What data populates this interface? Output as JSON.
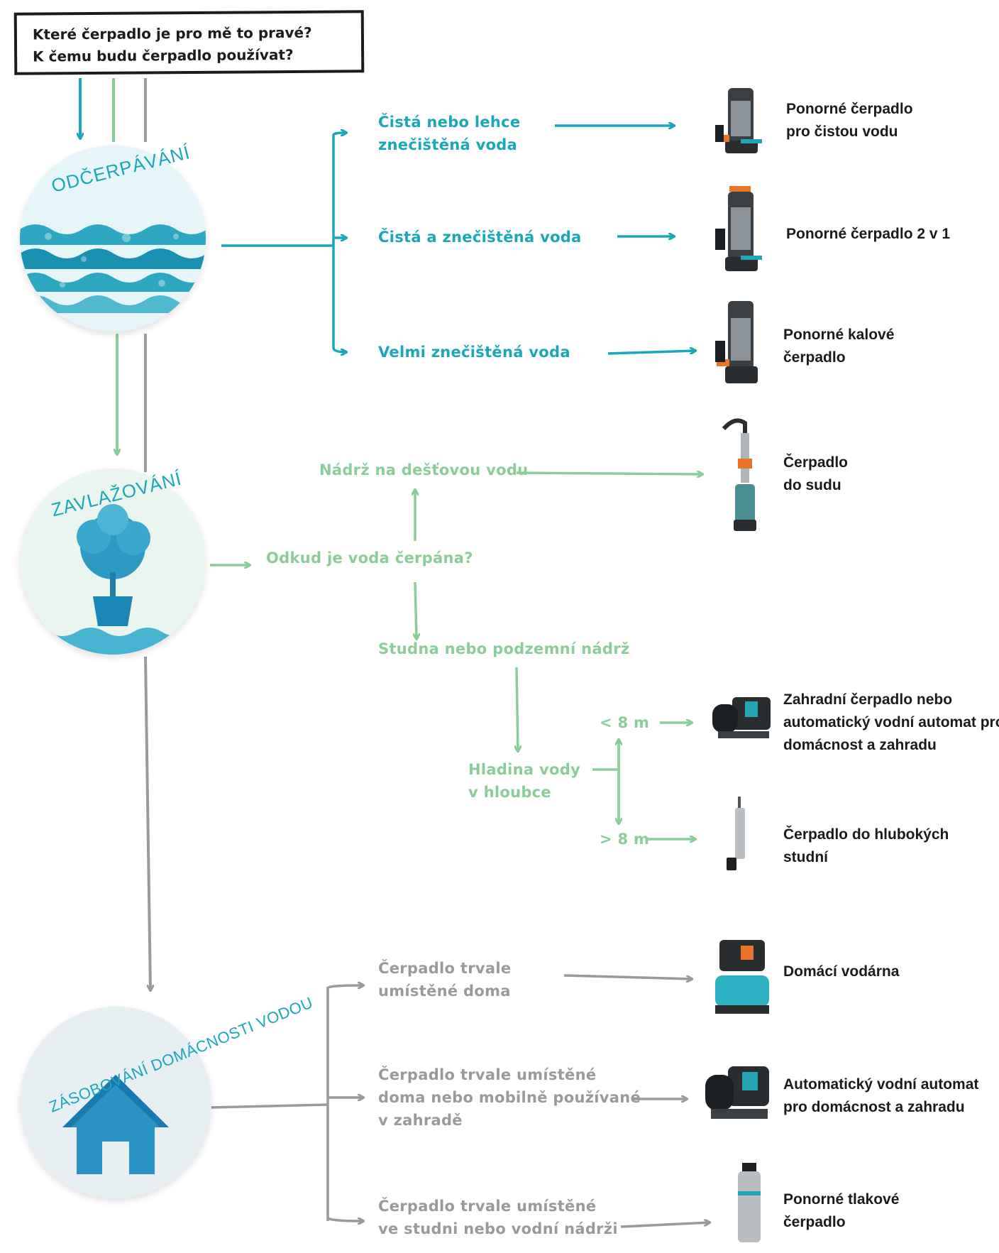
{
  "question": {
    "line1": "Které čerpadlo je pro mě to pravé?",
    "line2": "K čemu budu čerpadlo používat?"
  },
  "colors": {
    "blue": "#1aa7b8",
    "green": "#8ccc9b",
    "gray": "#9a9a9a",
    "dark": "#1c1c1c"
  },
  "categories": {
    "drainage": "ODČERPÁVÁNÍ",
    "irrigation": "ZAVLAŽOVÁNÍ",
    "supply": "ZÁSOBOVÁNÍ DOMÁCNOSTI VODOU"
  },
  "drainage": {
    "clean_l1": "Čistá nebo lehce",
    "clean_l2": "znečištěná voda",
    "mixed": "Čistá a znečištěná voda",
    "dirty": "Velmi znečištěná voda"
  },
  "irrigation": {
    "question": "Odkud je voda čerpána?",
    "rain": "Nádrž na dešťovou vodu",
    "well": "Studna nebo podzemní nádrž",
    "level_l1": "Hladina vody",
    "level_l2": "v hloubce",
    "lt8": "< 8 m",
    "gt8": "> 8 m"
  },
  "supply": {
    "home_l1": "Čerpadlo trvale",
    "home_l2": "umístěné doma",
    "mobile_l1": "Čerpadlo trvale umístěné",
    "mobile_l2": "doma nebo mobilně používané",
    "mobile_l3": "v zahradě",
    "well_l1": "Čerpadlo trvale umístěné",
    "well_l2": "ve studni nebo vodní nádrži"
  },
  "products": {
    "p1_l1": "Ponorné čerpadlo",
    "p1_l2": "pro čistou vodu",
    "p2_l1": "Ponorné čerpadlo 2 v 1",
    "p3_l1": "Ponorné kalové",
    "p3_l2": "čerpadlo",
    "p4_l1": "Čerpadlo",
    "p4_l2": "do sudu",
    "p5_l1": "Zahradní čerpadlo nebo",
    "p5_l2": "automatický vodní automat pro",
    "p5_l3": "domácnost a zahradu",
    "p6_l1": "Čerpadlo do hlubokých",
    "p6_l2": "studní",
    "p7_l1": "Domácí vodárna",
    "p8_l1": "Automatický vodní automat",
    "p8_l2": "pro domácnost a zahradu",
    "p9_l1": "Ponorné tlakové",
    "p9_l2": "čerpadlo"
  }
}
